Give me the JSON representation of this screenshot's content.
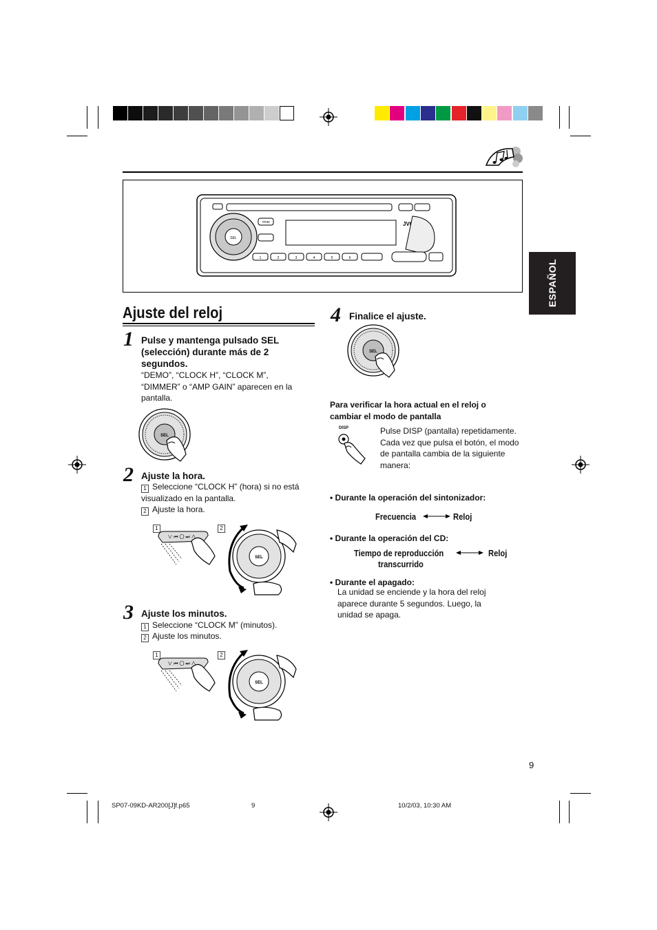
{
  "language_tab": "ESPAÑOL",
  "section_title": "Ajuste del reloj",
  "steps": [
    {
      "num": "1",
      "heading": "Pulse y mantenga pulsado SEL (selección) durante más de 2 segundos.",
      "body": "“DEMO”, “CLOCK H”, “CLOCK M”, “DIMMER” o “AMP GAIN” aparecen en la pantalla."
    },
    {
      "num": "2",
      "heading": "Ajuste la hora.",
      "sub1_num": "1",
      "sub1": "Seleccione “CLOCK H” (hora) si no está visualizado en la pantalla.",
      "sub2_num": "2",
      "sub2": "Ajuste la hora."
    },
    {
      "num": "3",
      "heading": "Ajuste los minutos.",
      "sub1_num": "1",
      "sub1": "Seleccione “CLOCK M” (minutos).",
      "sub2_num": "2",
      "sub2": "Ajuste los minutos."
    },
    {
      "num": "4",
      "heading": "Finalice el ajuste."
    }
  ],
  "figure_labels": {
    "sel": "SEL",
    "disp": "DISP",
    "step2_label1": "1",
    "step2_label2": "2",
    "step3_label1": "1",
    "step3_label2": "2",
    "brand": "JVC",
    "trim": "TRIM"
  },
  "verify": {
    "heading": "Para verificar la hora actual en el reloj o cambiar el modo de pantalla",
    "text": "Pulse DISP (pantalla) repetidamente. Cada vez que pulsa el botón, el modo de pantalla cambia de la siguiente manera:",
    "tuner_label": "Durante la operación del sintonizador:",
    "tuner_left": "Frecuencia",
    "tuner_right": "Reloj",
    "cd_label": "Durante la operación del CD:",
    "cd_left1": "Tiempo de reproducción",
    "cd_left2": "transcurrido",
    "cd_right": "Reloj",
    "off_label": "Durante el apagado:",
    "off_text": "La unidad se enciende y la hora del reloj aparece durante 5 segundos. Luego, la unidad se apaga."
  },
  "page_number": "9",
  "footer": {
    "file": "SP07-09KD-AR200[J]f.p65",
    "page": "9",
    "timestamp": "10/2/03, 10:30 AM"
  },
  "colors": {
    "grayscale": [
      "#000000",
      "#0d0d0d",
      "#1c1c1c",
      "#2a2a2a",
      "#3d3d3d",
      "#505050",
      "#646464",
      "#7a7a7a",
      "#949494",
      "#b0b0b0",
      "#cdcdcd",
      "#ffffff"
    ],
    "color_bar": [
      "#ffea00",
      "#e3007f",
      "#00a0e4",
      "#2a2e8c",
      "#009a44",
      "#e5222a",
      "#111111",
      "#fff48a",
      "#f29ac6",
      "#8fd0f0",
      "#8a8a8a"
    ],
    "tab_bg": "#231f20"
  }
}
